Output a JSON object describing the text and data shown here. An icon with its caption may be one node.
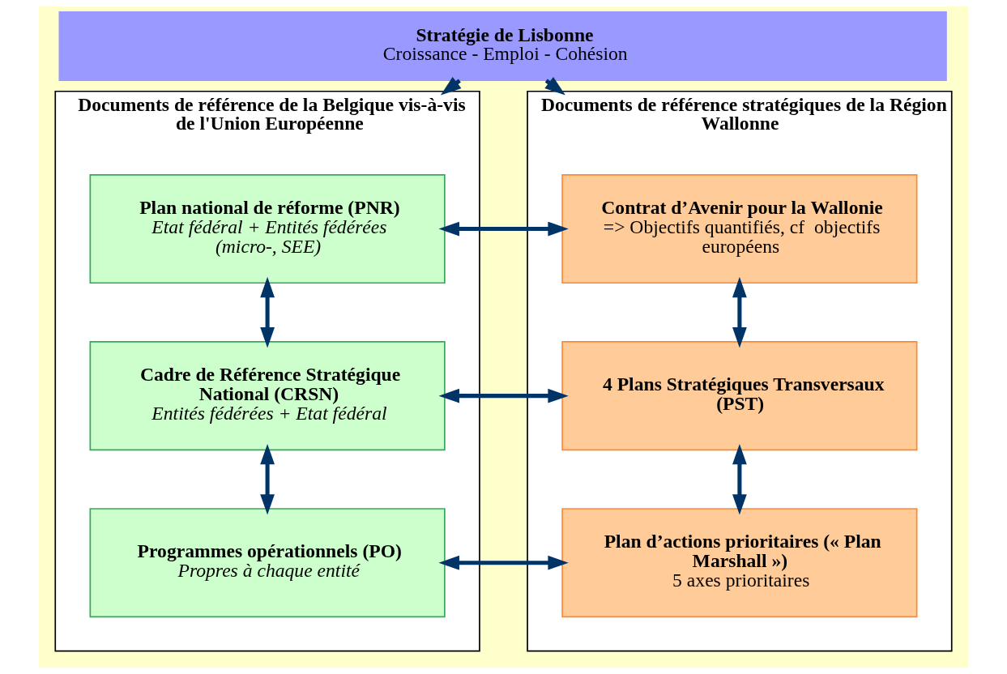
{
  "diagram": {
    "nodes": [
      {
        "text": [
          "Stratégie de Lisbonne",
          "Croissance - Emploi - Cohésion"
        ]
      },
      {
        "text": [
          "Documents de référence de la Belgique vis-à-vis de l'Union Européenne"
        ]
      },
      {
        "text": [
          "Plan national de réforme (PNR)",
          "Etat fédéral + Entités fédérées (micro-, SEE)"
        ],
        "in": 1
      },
      {
        "text": [
          "Cadre de Référence Stratégique National (CRSN)",
          "Entités fédérées + Etat fédéral"
        ],
        "in": 1
      },
      {
        "text": [
          "Programmes opérationnels (PO)",
          "Propres à chaque entité"
        ],
        "in": 1
      },
      {
        "text": [
          "Documents de référence stratégiques de la Région Wallonne"
        ]
      },
      {
        "text": [
          "Contrat d’Avenir pour la Wallonie",
          "=> Objectifs quantifiés, cf  objectifs européens"
        ],
        "in": 5
      },
      {
        "text": [
          "4 Plans Stratégiques Transversaux (PST)"
        ],
        "in": 5
      },
      {
        "text": [
          "Plan d’actions prioritaires (« Plan Marshall »)",
          "5 axes prioritaires"
        ],
        "in": 5
      }
    ],
    "edges": [
      {
        "from": 0,
        "to": 1,
        "arrow": "to"
      },
      {
        "from": 0,
        "to": 5,
        "arrow": "to"
      },
      {
        "from": 2,
        "to": 3,
        "arrow": "both"
      },
      {
        "from": 3,
        "to": 4,
        "arrow": "both"
      },
      {
        "from": 6,
        "to": 7,
        "arrow": "both"
      },
      {
        "from": 7,
        "to": 8,
        "arrow": "both"
      },
      {
        "from": 2,
        "to": 6,
        "arrow": "both"
      },
      {
        "from": 3,
        "to": 7,
        "arrow": "both"
      },
      {
        "from": 4,
        "to": 8,
        "arrow": "both"
      }
    ]
  }
}
